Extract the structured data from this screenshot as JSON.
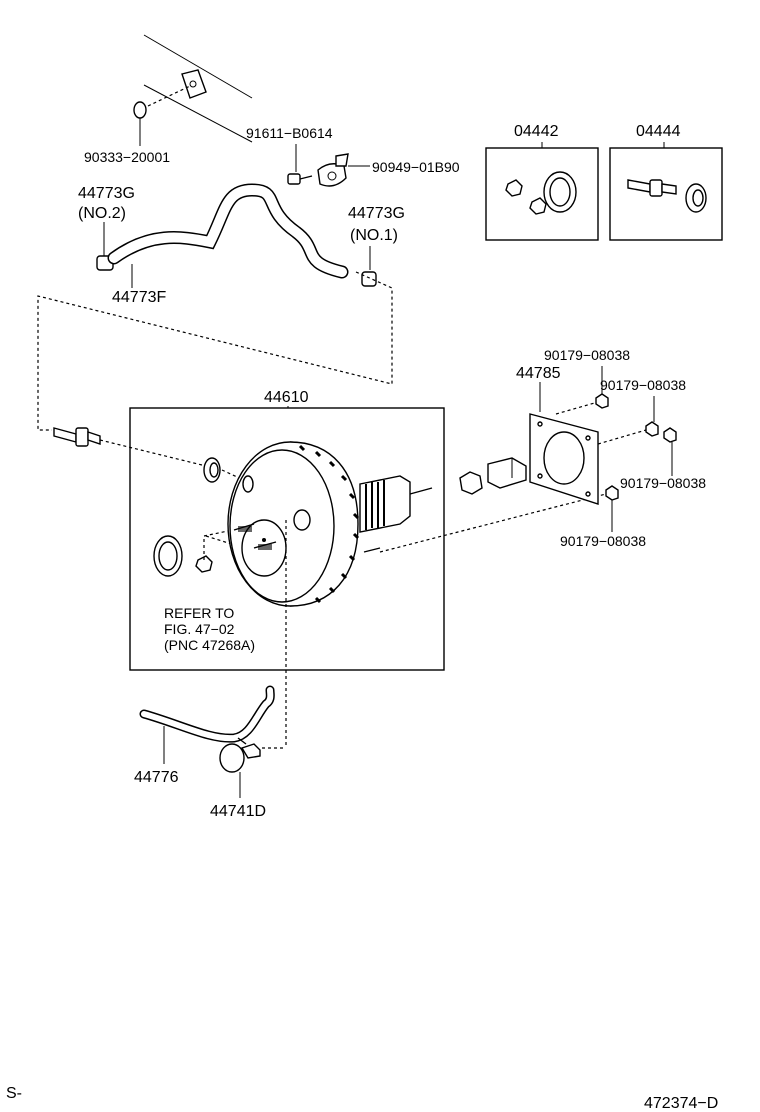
{
  "labels": {
    "p90333": "90333−20001",
    "p91611": "91611−B0614",
    "p90949": "90949−01B90",
    "p44773g_no2_a": "44773G",
    "p44773g_no2_b": "(NO.2)",
    "p44773f": "44773F",
    "p44773g_no1_a": "44773G",
    "p44773g_no1_b": "(NO.1)",
    "p04442": "04442",
    "p04444": "04444",
    "p90179_a": "90179−08038",
    "p44785": "44785",
    "p90179_b": "90179−08038",
    "p44610": "44610",
    "p90179_c": "90179−08038",
    "p90179_d": "90179−08038",
    "refer1": "REFER TO",
    "refer2": "FIG. 47−02",
    "refer3": "(PNC 47268A)",
    "p44776": "44776",
    "p44741d": "44741D"
  },
  "footer": {
    "left": "S-",
    "right": "472374−D"
  },
  "icons": [
    "vacuum-hose-icon",
    "clamp-icon",
    "check-valve-icon",
    "brake-booster-icon",
    "gasket-icon",
    "nut-icon",
    "bolt-icon",
    "grommet-icon",
    "clevis-icon"
  ]
}
